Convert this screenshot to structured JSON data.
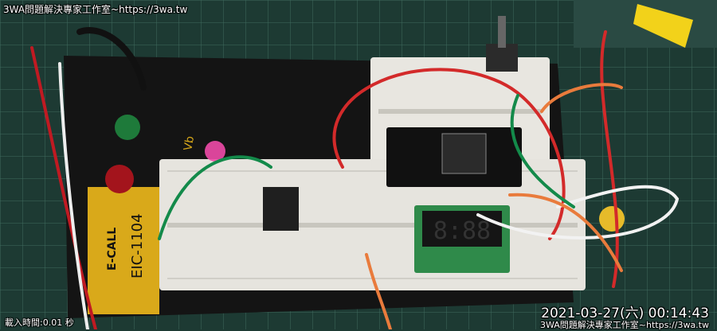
{
  "overlay": {
    "watermark_top": "3WA問題解決專家工作室~https://3wa.tw",
    "timestamp": "2021-03-27(六) 00:14:43",
    "watermark_bottom": "3WA問題解決專家工作室~https://3wa.tw",
    "load_time": "載入時間:0.01 秒"
  },
  "photo": {
    "board_labels": [
      "E-CALL",
      "EIC-1104",
      "Vb"
    ],
    "display_text": "8:88",
    "colors": {
      "mat": "#1d3a33",
      "board": "#151515",
      "breadboard": "#e8e6e0",
      "mcu": "#111111"
    }
  }
}
